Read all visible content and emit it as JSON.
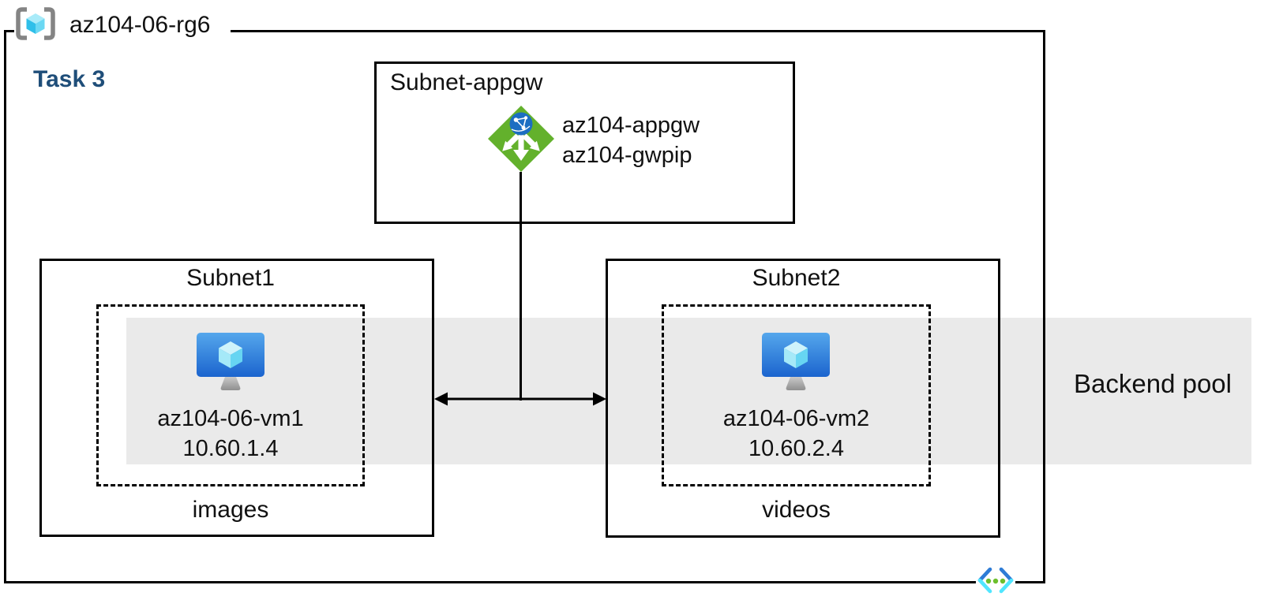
{
  "resource_group": {
    "label": "az104-06-rg6"
  },
  "task_label": "Task 3",
  "appgw_subnet": {
    "title": "Subnet-appgw",
    "gateway_name": "az104-appgw",
    "gateway_pip": "az104-gwpip"
  },
  "subnet1": {
    "title": "Subnet1",
    "vm_name": "az104-06-vm1",
    "vm_ip": "10.60.1.4",
    "caption": "images"
  },
  "subnet2": {
    "title": "Subnet2",
    "vm_name": "az104-06-vm2",
    "vm_ip": "10.60.2.4",
    "caption": "videos"
  },
  "backend_pool": {
    "label": "Backend pool"
  },
  "icons": {
    "resource_group": "resource-group-icon",
    "application_gateway": "application-gateway-icon",
    "virtual_machine": "virtual-machine-icon",
    "virtual_network": "virtual-network-icon"
  },
  "colors": {
    "line": "#000000",
    "task_heading": "#1F4E79",
    "backend_band": "#EAEAEA",
    "appgw_green": "#63B12C",
    "globe_blue": "#1C6EC2",
    "vm_blue_top": "#55A7EC",
    "vm_blue_bottom": "#1B64CE",
    "cube_cyan_light": "#CEF3FB",
    "cube_cyan_mid": "#A5E9F8",
    "cube_cyan_dark": "#67D5F2",
    "bracket_gray": "#848484",
    "vnet_blue": "#2E7CD6",
    "vnet_cyan": "#50E6FF",
    "vnet_dot_green": "#6CBF2C"
  }
}
